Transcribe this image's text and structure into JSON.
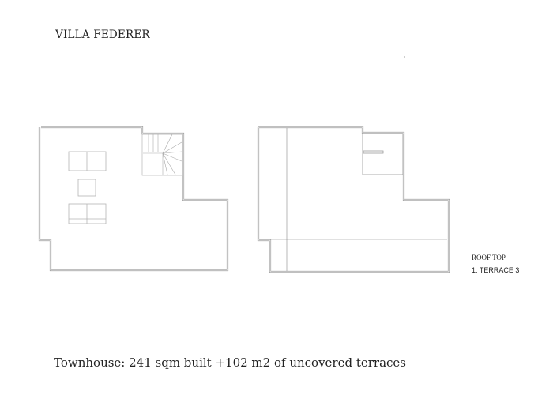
{
  "document": {
    "title": "VILLA FEDERER",
    "plan_label": "ROOF TOP",
    "plan_sublabel": "1. TERRACE 3",
    "caption": "Townhouse: 241 sqm built +102 m2 of uncovered terraces"
  },
  "colors": {
    "wall": "#9a9a9a",
    "furniture": "#b5b5b5",
    "text": "#222222"
  }
}
